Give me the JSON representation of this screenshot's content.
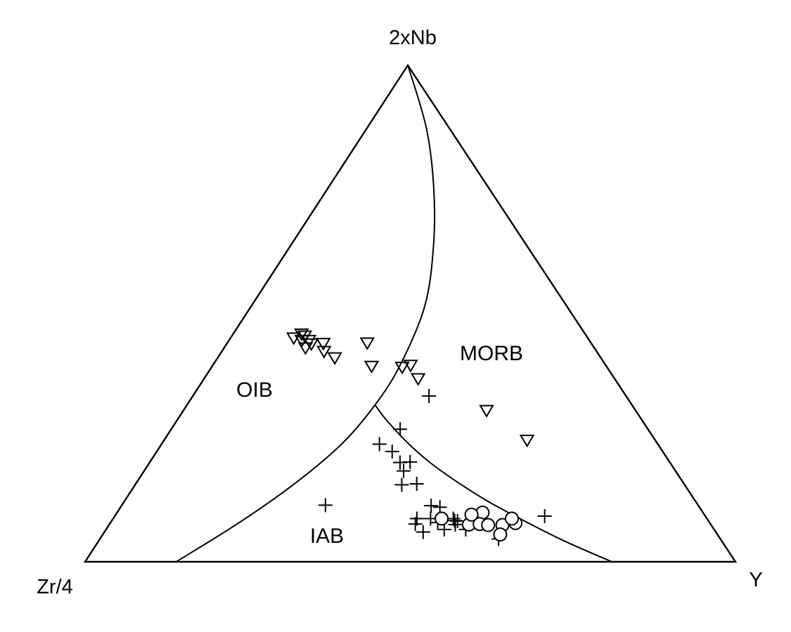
{
  "chart_data": {
    "type": "scatter",
    "subtype": "ternary",
    "apex_labels": {
      "top": "2xNb",
      "left": "Zr/4",
      "right": "Y"
    },
    "region_labels": [
      "OIB",
      "MORB",
      "IAB"
    ],
    "colors": {
      "ink": "#000000",
      "background": "#ffffff"
    },
    "grid": false,
    "legend": "none",
    "note": "points given as ternary fractions (nb = 2xNb, zr = Zr/4, y = Y; nb + zr + y = 1)",
    "boundaries": [
      {
        "name": "OIB-MORB / IAB boundary (from Zr/4 base to 2xNb apex)",
        "points": [
          {
            "nb": 0.0,
            "zr": 0.86,
            "y": 0.14
          },
          {
            "nb": 0.079,
            "zr": 0.723,
            "y": 0.198
          },
          {
            "nb": 0.159,
            "zr": 0.596,
            "y": 0.245
          },
          {
            "nb": 0.238,
            "zr": 0.485,
            "y": 0.277
          },
          {
            "nb": 0.316,
            "zr": 0.395,
            "y": 0.289
          },
          {
            "nb": 0.395,
            "zr": 0.317,
            "y": 0.288
          },
          {
            "nb": 0.514,
            "zr": 0.219,
            "y": 0.267
          },
          {
            "nb": 0.634,
            "zr": 0.145,
            "y": 0.221
          },
          {
            "nb": 0.752,
            "zr": 0.085,
            "y": 0.163
          },
          {
            "nb": 0.874,
            "zr": 0.035,
            "y": 0.091
          },
          {
            "nb": 1.0,
            "zr": 0.0,
            "y": 0.0
          }
        ]
      },
      {
        "name": "MORB / IAB boundary (from Y base to OIB boundary)",
        "points": [
          {
            "nb": 0.0,
            "zr": 0.19,
            "y": 0.81
          },
          {
            "nb": 0.04,
            "zr": 0.24,
            "y": 0.72
          },
          {
            "nb": 0.079,
            "zr": 0.28,
            "y": 0.641
          },
          {
            "nb": 0.119,
            "zr": 0.317,
            "y": 0.564
          },
          {
            "nb": 0.158,
            "zr": 0.345,
            "y": 0.497
          },
          {
            "nb": 0.198,
            "zr": 0.368,
            "y": 0.434
          },
          {
            "nb": 0.238,
            "zr": 0.383,
            "y": 0.379
          },
          {
            "nb": 0.287,
            "zr": 0.393,
            "y": 0.32
          },
          {
            "nb": 0.316,
            "zr": 0.395,
            "y": 0.289
          }
        ]
      }
    ],
    "series": [
      {
        "marker": "triangle-down",
        "points": [
          {
            "nb": 0.451,
            "zr": 0.452,
            "y": 0.097
          },
          {
            "nb": 0.459,
            "zr": 0.436,
            "y": 0.105
          },
          {
            "nb": 0.455,
            "zr": 0.433,
            "y": 0.112
          },
          {
            "nb": 0.446,
            "zr": 0.431,
            "y": 0.123
          },
          {
            "nb": 0.439,
            "zr": 0.431,
            "y": 0.13
          },
          {
            "nb": 0.431,
            "zr": 0.444,
            "y": 0.125
          },
          {
            "nb": 0.446,
            "zr": 0.442,
            "y": 0.112
          },
          {
            "nb": 0.44,
            "zr": 0.412,
            "y": 0.148
          },
          {
            "nb": 0.424,
            "zr": 0.419,
            "y": 0.157
          },
          {
            "nb": 0.411,
            "zr": 0.409,
            "y": 0.18
          },
          {
            "nb": 0.441,
            "zr": 0.344,
            "y": 0.215
          },
          {
            "nb": 0.394,
            "zr": 0.361,
            "y": 0.245
          },
          {
            "nb": 0.392,
            "zr": 0.315,
            "y": 0.293
          },
          {
            "nb": 0.396,
            "zr": 0.3,
            "y": 0.304
          },
          {
            "nb": 0.369,
            "zr": 0.302,
            "y": 0.329
          },
          {
            "nb": 0.305,
            "zr": 0.229,
            "y": 0.466
          },
          {
            "nb": 0.245,
            "zr": 0.197,
            "y": 0.558
          }
        ]
      },
      {
        "marker": "plus",
        "points": [
          {
            "nb": 0.334,
            "zr": 0.303,
            "y": 0.363
          },
          {
            "nb": 0.267,
            "zr": 0.381,
            "y": 0.352
          },
          {
            "nb": 0.237,
            "zr": 0.428,
            "y": 0.335
          },
          {
            "nb": 0.222,
            "zr": 0.416,
            "y": 0.362
          },
          {
            "nb": 0.201,
            "zr": 0.399,
            "y": 0.4
          },
          {
            "nb": 0.2,
            "zr": 0.415,
            "y": 0.385
          },
          {
            "nb": 0.183,
            "zr": 0.418,
            "y": 0.399
          },
          {
            "nb": 0.155,
            "zr": 0.435,
            "y": 0.41
          },
          {
            "nb": 0.157,
            "zr": 0.411,
            "y": 0.432
          },
          {
            "nb": 0.114,
            "zr": 0.573,
            "y": 0.313
          },
          {
            "nb": 0.113,
            "zr": 0.411,
            "y": 0.476
          },
          {
            "nb": 0.11,
            "zr": 0.399,
            "y": 0.491
          },
          {
            "nb": 0.087,
            "zr": 0.446,
            "y": 0.467
          },
          {
            "nb": 0.087,
            "zr": 0.425,
            "y": 0.488
          },
          {
            "nb": 0.079,
            "zr": 0.418,
            "y": 0.503
          },
          {
            "nb": 0.076,
            "zr": 0.454,
            "y": 0.47
          },
          {
            "nb": 0.065,
            "zr": 0.415,
            "y": 0.52
          },
          {
            "nb": 0.06,
            "zr": 0.45,
            "y": 0.49
          },
          {
            "nb": 0.092,
            "zr": 0.247,
            "y": 0.661
          },
          {
            "nb": 0.046,
            "zr": 0.341,
            "y": 0.613
          },
          {
            "nb": 0.083,
            "zr": 0.39,
            "y": 0.527
          },
          {
            "nb": 0.087,
            "zr": 0.39,
            "y": 0.523
          },
          {
            "nb": 0.075,
            "zr": 0.393,
            "y": 0.532
          },
          {
            "nb": 0.082,
            "zr": 0.386,
            "y": 0.532
          },
          {
            "nb": 0.065,
            "zr": 0.382,
            "y": 0.553
          }
        ]
      },
      {
        "marker": "circle",
        "points": [
          {
            "nb": 0.099,
            "zr": 0.339,
            "y": 0.562
          },
          {
            "nb": 0.087,
            "zr": 0.408,
            "y": 0.505
          },
          {
            "nb": 0.075,
            "zr": 0.372,
            "y": 0.553
          },
          {
            "nb": 0.076,
            "zr": 0.355,
            "y": 0.569
          },
          {
            "nb": 0.095,
            "zr": 0.358,
            "y": 0.547
          },
          {
            "nb": 0.074,
            "zr": 0.343,
            "y": 0.583
          },
          {
            "nb": 0.074,
            "zr": 0.321,
            "y": 0.605
          },
          {
            "nb": 0.078,
            "zr": 0.299,
            "y": 0.623
          },
          {
            "nb": 0.087,
            "zr": 0.3,
            "y": 0.613
          },
          {
            "nb": 0.055,
            "zr": 0.334,
            "y": 0.611
          }
        ]
      }
    ]
  },
  "text": {
    "apex_top": "2xNb",
    "apex_left": "Zr/4",
    "apex_right": "Y",
    "region_oib": "OIB",
    "region_morb": "MORB",
    "region_iab": "IAB"
  }
}
